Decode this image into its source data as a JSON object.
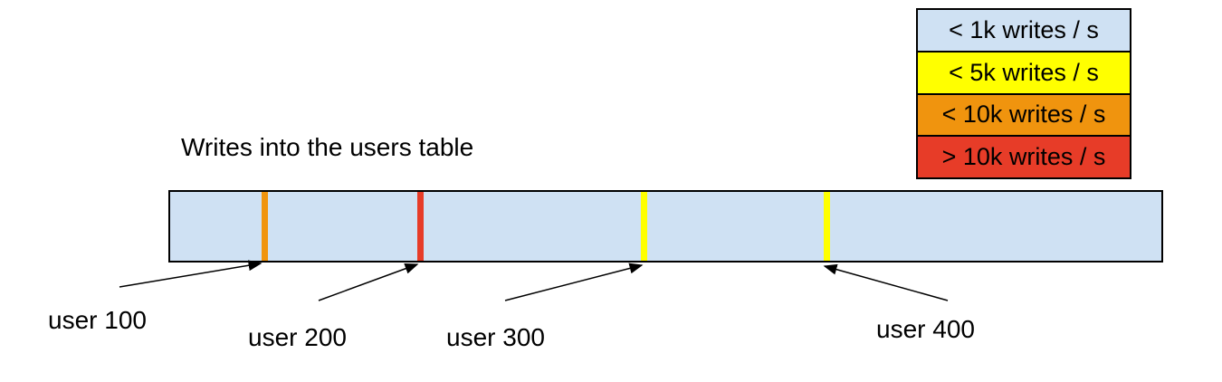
{
  "title": "Writes into the users table",
  "legend": {
    "items": [
      {
        "label": "< 1k writes / s",
        "color": "#cfe1f3"
      },
      {
        "label": "< 5k writes / s",
        "color": "#ffff00"
      },
      {
        "label": "< 10k writes / s",
        "color": "#f0940e"
      },
      {
        "label": "> 10k writes / s",
        "color": "#e73c28"
      }
    ]
  },
  "bar": {
    "fill": "#cfe1f3",
    "border_color": "#000000",
    "markers": [
      {
        "user": "user 100",
        "color": "#f0940e",
        "legend_label": "< 10k writes / s"
      },
      {
        "user": "user 200",
        "color": "#e73c28",
        "legend_label": "> 10k writes / s"
      },
      {
        "user": "user 300",
        "color": "#ffff00",
        "legend_label": "< 5k writes / s"
      },
      {
        "user": "user 400",
        "color": "#ffff00",
        "legend_label": "< 5k writes / s"
      }
    ]
  }
}
